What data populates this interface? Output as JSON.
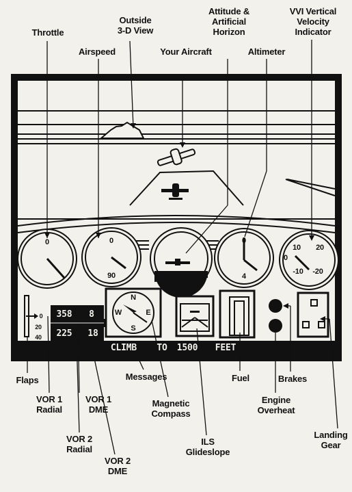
{
  "callouts": {
    "throttle": "Throttle",
    "outside_view": [
      "Outside",
      "3-D View"
    ],
    "airspeed": "Airspeed",
    "your_aircraft": "Your Aircraft",
    "attitude": [
      "Attitude &",
      "Artificial",
      "Horizon"
    ],
    "altimeter": "Altimeter",
    "vvi": [
      "VVI Vertical",
      "Velocity",
      "Indicator"
    ],
    "flaps": "Flaps",
    "vor1_radial": [
      "VOR 1",
      "Radial"
    ],
    "vor1_dme": [
      "VOR 1",
      "DME"
    ],
    "vor2_radial": [
      "VOR 2",
      "Radial"
    ],
    "vor2_dme": [
      "VOR 2",
      "DME"
    ],
    "messages": "Messages",
    "compass": [
      "Magnetic",
      "Compass"
    ],
    "ils": [
      "ILS",
      "Glideslope"
    ],
    "fuel": "Fuel",
    "brakes": "Brakes",
    "engine": [
      "Engine",
      "Overheat"
    ],
    "landing_gear": [
      "Landing",
      "Gear"
    ]
  },
  "instruments": {
    "throttle_zero": "0",
    "airspeed_zero": "0",
    "airspeed_ninety": "90",
    "altimeter_zero": "0",
    "altimeter_four": "4",
    "vvi_10": "10",
    "vvi_20": "20",
    "vvi_0": "0",
    "vvi_m10": "-10",
    "vvi_m20": "-20",
    "flaps_0": "0",
    "flaps_20": "20",
    "flaps_40": "40",
    "vor1_radial": "358",
    "vor1_dme": "8",
    "vor2_radial": "225",
    "vor2_dme": "18",
    "compass_n": "N",
    "compass_e": "E",
    "compass_s": "S",
    "compass_w": "W",
    "message_words": [
      "CLIMB",
      "TO",
      "1500",
      "FEET"
    ]
  }
}
